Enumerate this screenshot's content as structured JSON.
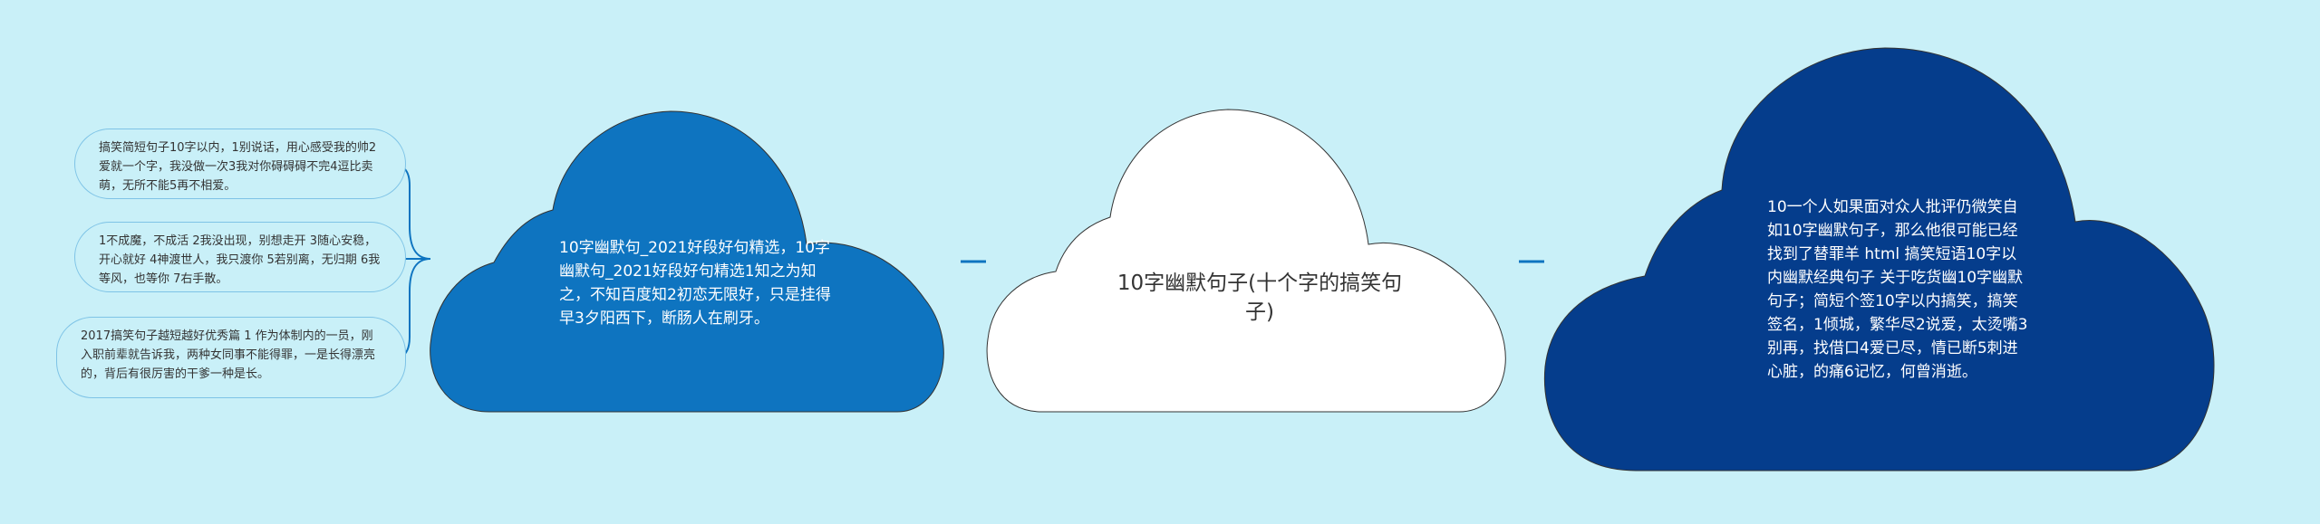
{
  "colors": {
    "background": "#c9f0f8",
    "center_fill": "#ffffff",
    "left_fill": "#0e74c0",
    "right_fill": "#053d8c",
    "connector": "#0e74c0",
    "leaf_border": "#7ec3e6",
    "brace": "#0e74c0"
  },
  "center": {
    "label": "10字幽默句子(十个字的搞笑句子)"
  },
  "left_branch": {
    "label": "10字幽默句_2021好段好句精选，10字幽默句_2021好段好句精选1知之为知之，不知百度知2初恋无限好，只是挂得早3夕阳西下，断肠人在刷牙。",
    "leaves": [
      {
        "label": "搞笑简短句子10字以内，1别说话，用心感受我的帅2爱就一个字，我没做一次3我对你碍碍碍不完4逗比卖萌，无所不能5再不相爱。"
      },
      {
        "label": "1不成魔，不成活 2我没出现，别想走开 3随心安稳，开心就好 4神渡世人，我只渡你 5若别离，无归期 6我等风，也等你 7右手散。"
      },
      {
        "label": "2017搞笑句子越短越好优秀篇 1 作为体制内的一员，刚入职前辈就告诉我，两种女同事不能得罪，一是长得漂亮的，背后有很厉害的干爹一种是长。"
      }
    ]
  },
  "right_branch": {
    "label": "10一个人如果面对众人批评仍微笑自如10字幽默句子，那么他很可能已经找到了替罪羊 html 搞笑短语10字以内幽默经典句子 关于吃货幽10字幽默句子；简短个签10字以内搞笑，搞笑签名，1倾城，繁华尽2说爱，太烫嘴3别再，找借口4爱已尽，情已断5刺进心脏，的痛6记忆，何曾消逝。"
  }
}
